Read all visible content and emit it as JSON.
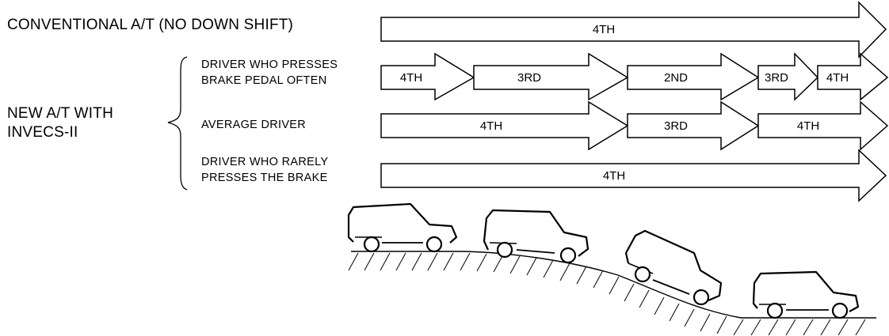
{
  "labels": {
    "conventional": "CONVENTIONAL A/T (NO DOWN SHIFT)",
    "new_at": [
      "NEW A/T WITH",
      "INVECS-II"
    ],
    "driver_often": [
      "DRIVER WHO PRESSES",
      "BRAKE PEDAL OFTEN"
    ],
    "average_driver": "AVERAGE DRIVER",
    "driver_rarely": [
      "DRIVER WHO RARELY",
      "PRESSES THE BRAKE"
    ]
  },
  "rows": {
    "conventional": [
      "4TH"
    ],
    "often": [
      "4TH",
      "3RD",
      "2ND",
      "3RD",
      "4TH"
    ],
    "average": [
      "4TH",
      "3RD",
      "4TH"
    ],
    "rarely": [
      "4TH"
    ]
  }
}
